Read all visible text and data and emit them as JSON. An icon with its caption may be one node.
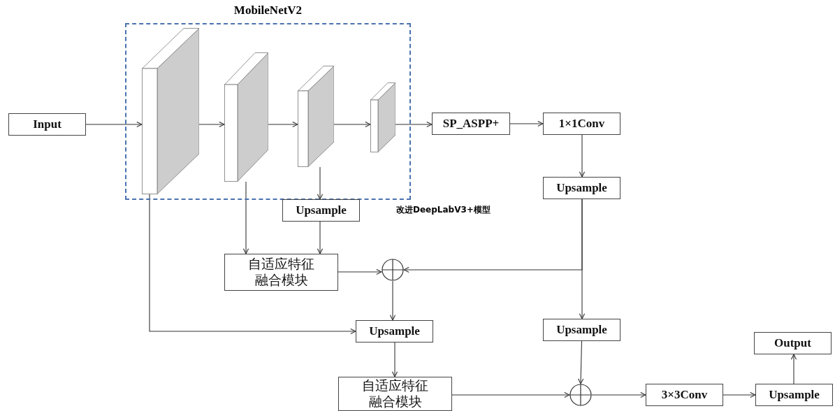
{
  "diagram": {
    "nodes": [
      {
        "text": [
          "MobileNetV2"
        ]
      },
      {
        "text": [
          "Input"
        ]
      },
      {
        "text": [],
        "shape": "box",
        "in": 0
      },
      {
        "text": [],
        "shape": "box",
        "in": 0
      },
      {
        "text": [],
        "shape": "box",
        "in": 0
      },
      {
        "text": [],
        "shape": "box",
        "in": 0
      },
      {
        "text": [
          "SP_ASPP+"
        ]
      },
      {
        "text": [
          "1×1Conv"
        ]
      },
      {
        "text": [
          "Upsample"
        ]
      },
      {
        "text": [
          "Upsample"
        ]
      },
      {
        "text": [
          "自适应特征融合模块"
        ]
      },
      {
        "text": [],
        "shape": "circle"
      },
      {
        "text": [
          "Upsample"
        ]
      },
      {
        "text": [
          "Upsample"
        ]
      },
      {
        "text": [
          "自适应特征融合模块"
        ]
      },
      {
        "text": [],
        "shape": "circle"
      },
      {
        "text": [
          "3×3Conv"
        ]
      },
      {
        "text": [
          "Upsample"
        ]
      },
      {
        "text": [
          "Output"
        ]
      }
    ],
    "edges": [
      {
        "from": 1,
        "to": 2,
        "arrow": "to"
      },
      {
        "from": 2,
        "to": 3,
        "arrow": "to"
      },
      {
        "from": 3,
        "to": 4,
        "arrow": "to"
      },
      {
        "from": 4,
        "to": 5,
        "arrow": "to"
      },
      {
        "from": 5,
        "to": 6,
        "arrow": "to"
      },
      {
        "from": 6,
        "to": 7,
        "arrow": "to"
      },
      {
        "from": 7,
        "to": 8,
        "arrow": "to"
      },
      {
        "from": 4,
        "to": 9,
        "arrow": "to"
      },
      {
        "from": 3,
        "to": 10,
        "arrow": "to"
      },
      {
        "from": 9,
        "to": 10,
        "arrow": "to"
      },
      {
        "from": 10,
        "to": 11,
        "arrow": "to"
      },
      {
        "from": 8,
        "to": 11,
        "arrow": "to"
      },
      {
        "from": 8,
        "to": 13,
        "arrow": "to"
      },
      {
        "from": 11,
        "to": 12,
        "arrow": "to"
      },
      {
        "from": 2,
        "to": 12,
        "arrow": "to"
      },
      {
        "from": 12,
        "to": 14,
        "arrow": "to"
      },
      {
        "from": 14,
        "to": 15,
        "arrow": "to"
      },
      {
        "from": 13,
        "to": 15,
        "arrow": "to"
      },
      {
        "from": 15,
        "to": 16,
        "arrow": "to"
      },
      {
        "from": 16,
        "to": 17,
        "arrow": "to"
      },
      {
        "from": 17,
        "to": 18,
        "arrow": "to"
      }
    ],
    "labels": [
      "改进DeepLabV3+模型"
    ]
  }
}
